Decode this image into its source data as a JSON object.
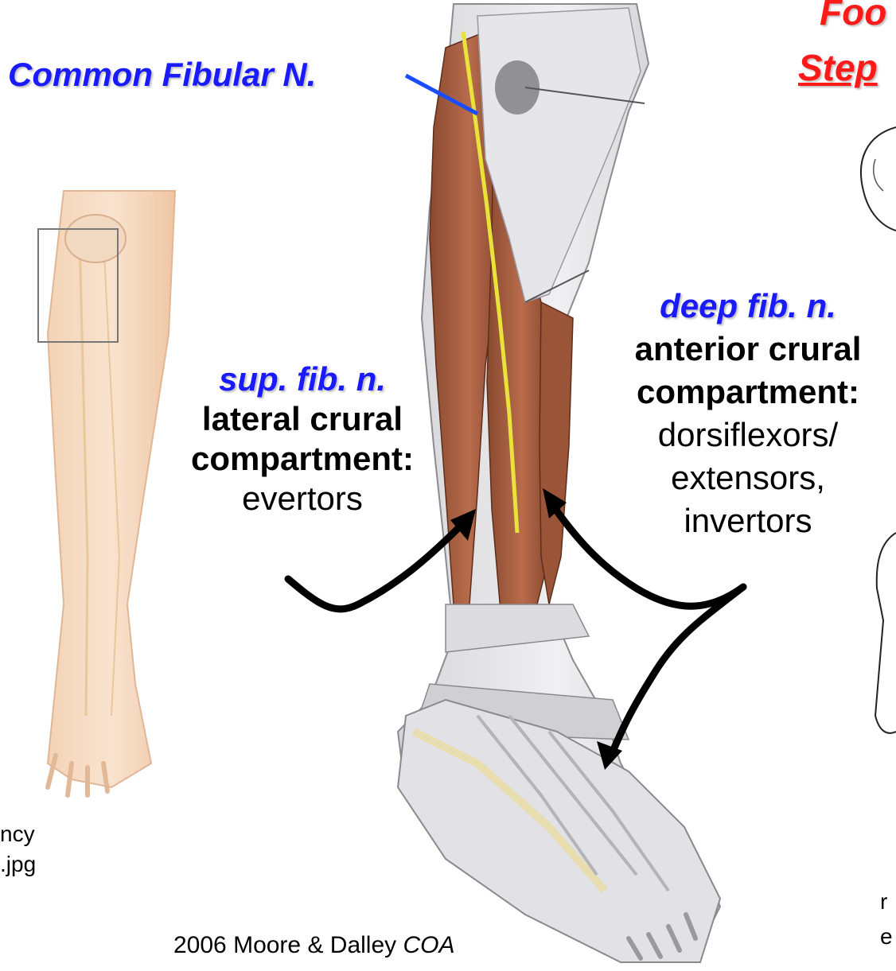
{
  "labels": {
    "common_fibular": "Common Fibular N.",
    "title_line1": "Foo",
    "title_line2": "Step",
    "sup_nerve": "sup. fib. n.",
    "lateral_title_line1": "lateral crural",
    "lateral_title_line2": "compartment:",
    "lateral_function": "evertors",
    "deep_nerve": "deep fib. n.",
    "anterior_title_line1": "anterior crural",
    "anterior_title_line2": "compartment:",
    "anterior_function_line1": "dorsiflexors/",
    "anterior_function_line2": "extensors,",
    "anterior_function_line3": "invertors",
    "left_caption_line1": "ncy",
    "left_caption_line2": ".jpg",
    "right_caption_line1": "r",
    "right_caption_line2": "e",
    "credit_prefix": "2006 Moore & Dalley ",
    "credit_italic": "COA"
  },
  "colors": {
    "nerve_label": "#1a1aff",
    "title": "#ff1a1a",
    "nerve_line": "#1a4dff",
    "arrow": "#000000",
    "muscle": "#a0583a",
    "tendon": "#cfcfd3",
    "skin": "#efc9a8"
  }
}
